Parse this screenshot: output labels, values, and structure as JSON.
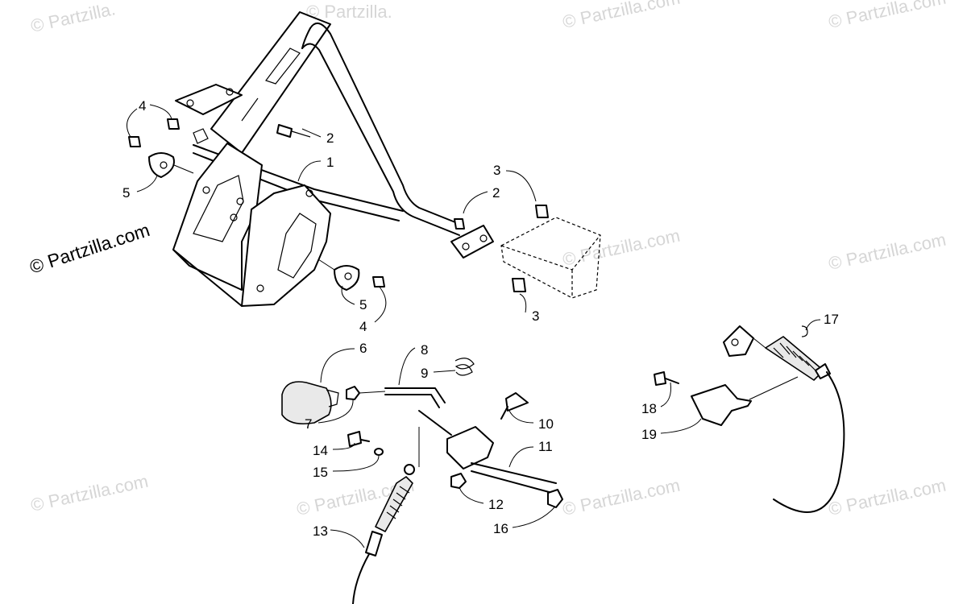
{
  "watermark": {
    "text": "© Partzilla.com",
    "faded_text": "© Partzilla.com",
    "top_partial": "© Partzilla."
  },
  "callouts": {
    "c1": "1",
    "c2a": "2",
    "c2b": "2",
    "c3a": "3",
    "c3b": "3",
    "c4a": "4",
    "c4b": "4",
    "c5a": "5",
    "c5b": "5",
    "c6": "6",
    "c7": "7",
    "c8": "8",
    "c9": "9",
    "c10": "10",
    "c11": "11",
    "c12": "12",
    "c13": "13",
    "c14": "14",
    "c15": "15",
    "c16": "16",
    "c17": "17",
    "c18": "18",
    "c19": "19"
  },
  "colors": {
    "line": "#000000",
    "watermark": "#d6d6d6",
    "background": "#ffffff"
  }
}
